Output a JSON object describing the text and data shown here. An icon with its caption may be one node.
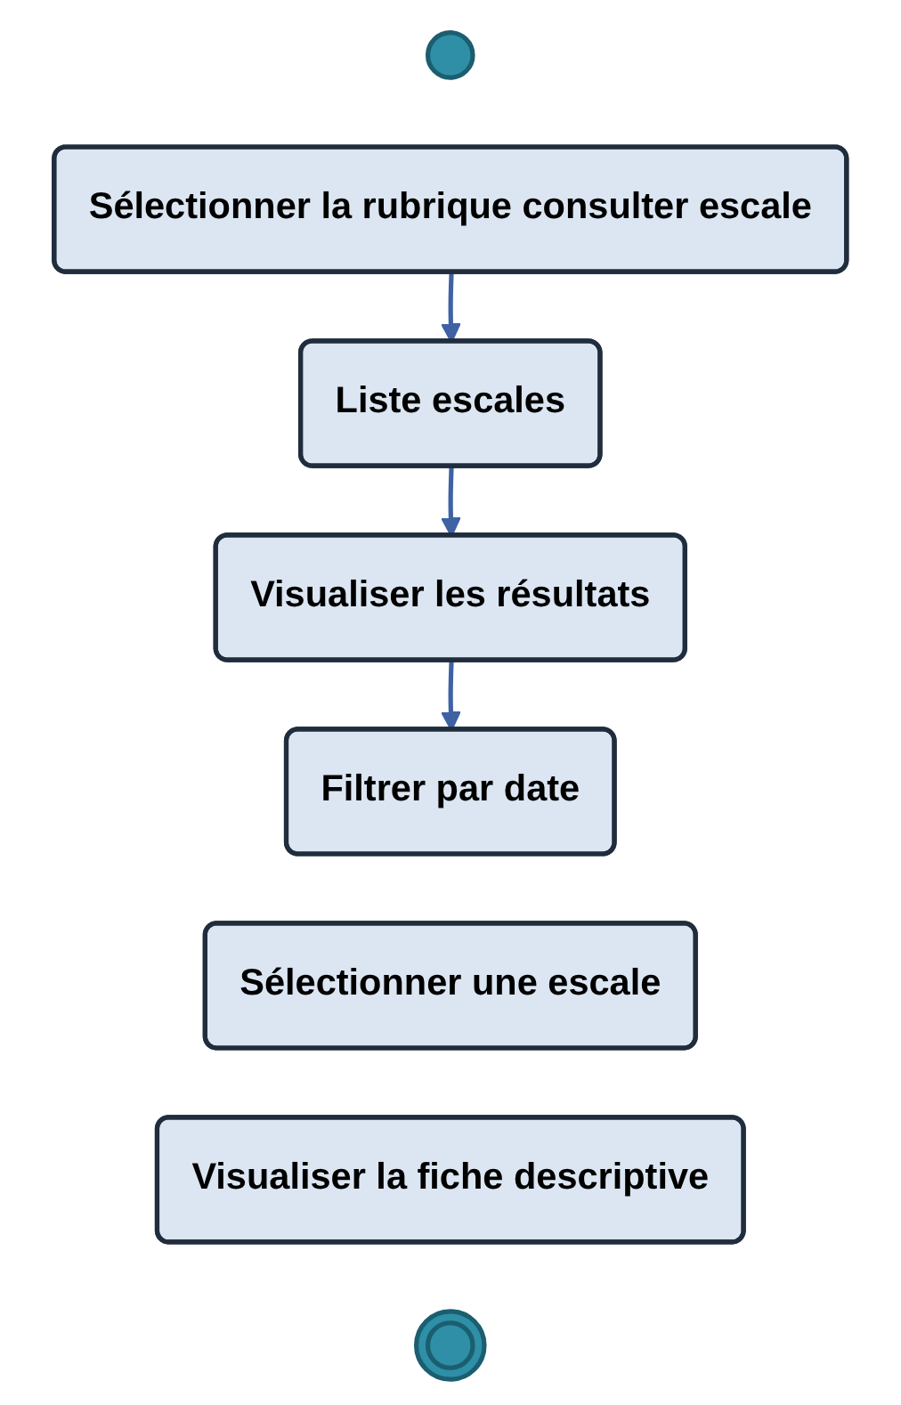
{
  "diagram": {
    "nodes": [
      {
        "text": [],
        "shape": "circle"
      },
      {
        "text": [
          "Sélectionner la rubrique consulter escale"
        ]
      },
      {
        "text": [
          "Liste escales"
        ]
      },
      {
        "text": [
          "Visualiser les résultats"
        ]
      },
      {
        "text": [
          "Filtrer par date"
        ]
      },
      {
        "text": [
          "Sélectionner une escale"
        ]
      },
      {
        "text": [
          "Visualiser la fiche descriptive"
        ]
      },
      {
        "text": [],
        "shape": "circle"
      }
    ],
    "edges": [
      {
        "from": 1,
        "to": 2,
        "arrow": "to"
      },
      {
        "from": 2,
        "to": 3,
        "arrow": "to"
      },
      {
        "from": 3,
        "to": 4,
        "arrow": "to"
      }
    ]
  }
}
